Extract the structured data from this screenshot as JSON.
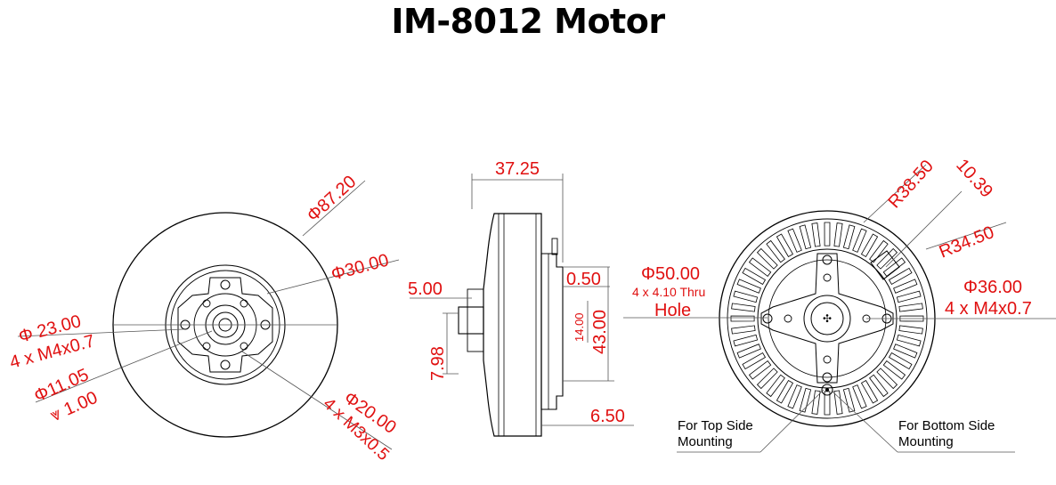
{
  "title": "IM-8012 Motor",
  "colors": {
    "dimension": "#e01010",
    "outline": "#000000",
    "leader": "#555555"
  },
  "front_view": {
    "dia_outer": "Φ87.20",
    "dia_flange": "Φ30.00",
    "dia_23": "Φ 23.00",
    "thread_23": "4 x M4x0.7",
    "dia_11": "Φ11.05",
    "depth_11": "⩔ 1.00",
    "dia_20": "Φ20.00",
    "thread_20": "4 x M3x0.5"
  },
  "side_view": {
    "width_total": "37.25",
    "shaft_len": "5.00",
    "shaft_offset": "7.98",
    "step_top": "0.50",
    "height_14": "14.00",
    "height_43": "43.00",
    "bottom_lip": "6.50"
  },
  "rear_view": {
    "radius_outer": "R38.50",
    "fin_width": "10.39",
    "radius_inner": "R34.50",
    "dia_50": "Φ50.00",
    "holes_50": "4 x 4.10 Thru",
    "holes_50_word": "Hole",
    "dia_36": "Φ36.00",
    "thread_36": "4 x M4x0.7",
    "note_top_1": "For Top Side",
    "note_top_2": "Mounting",
    "note_bottom_1": "For Bottom Side",
    "note_bottom_2": "Mounting"
  }
}
